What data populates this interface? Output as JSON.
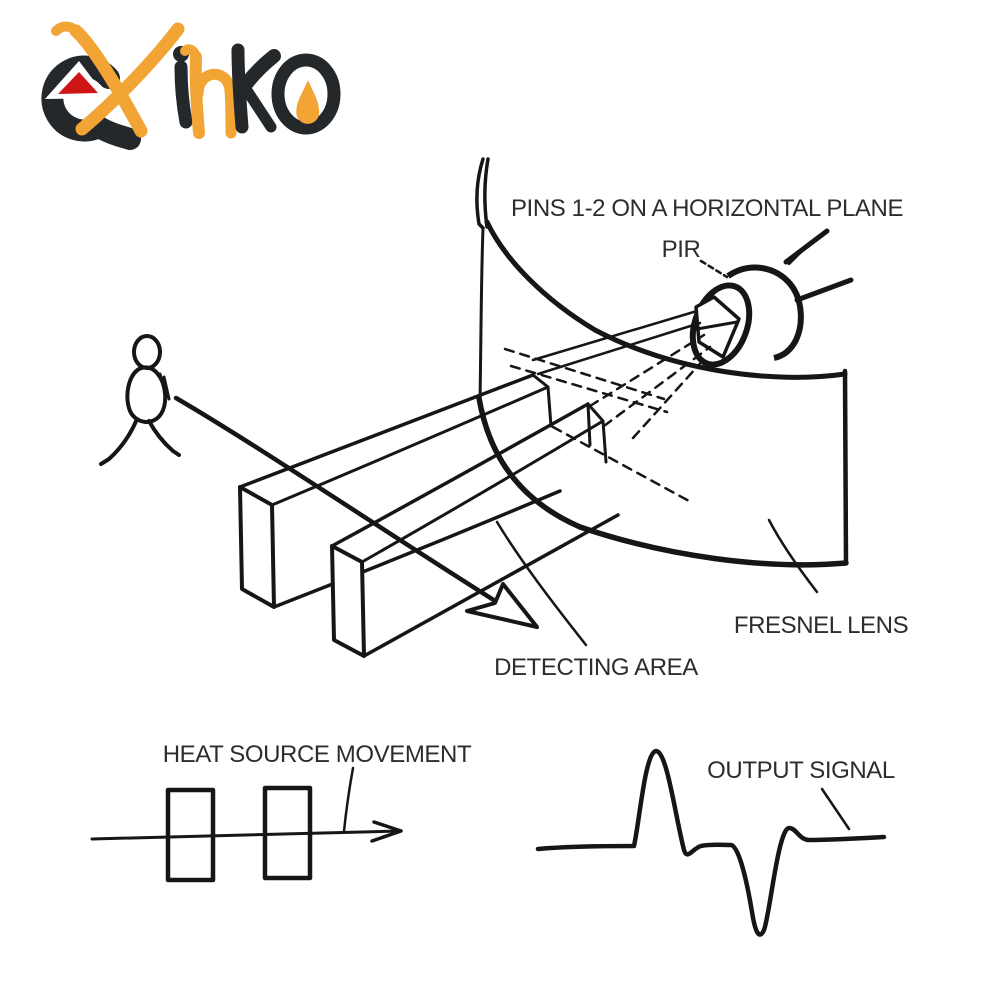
{
  "brand": {
    "name": "eXinko"
  },
  "colors": {
    "ink": "#161616",
    "text": "#2d2d2d",
    "logo_dark": "#24282a",
    "logo_orange": "#f2a435",
    "logo_red": "#cf1416",
    "paper": "#ffffff"
  },
  "labels": {
    "pins": "PINS 1-2 ON A HORIZONTAL PLANE",
    "pir": "PIR",
    "fresnel": "FRESNEL LENS",
    "detecting": "DETECTING AREA",
    "heat": "HEAT SOURCE MOVEMENT",
    "output": "OUTPUT SIGNAL"
  }
}
